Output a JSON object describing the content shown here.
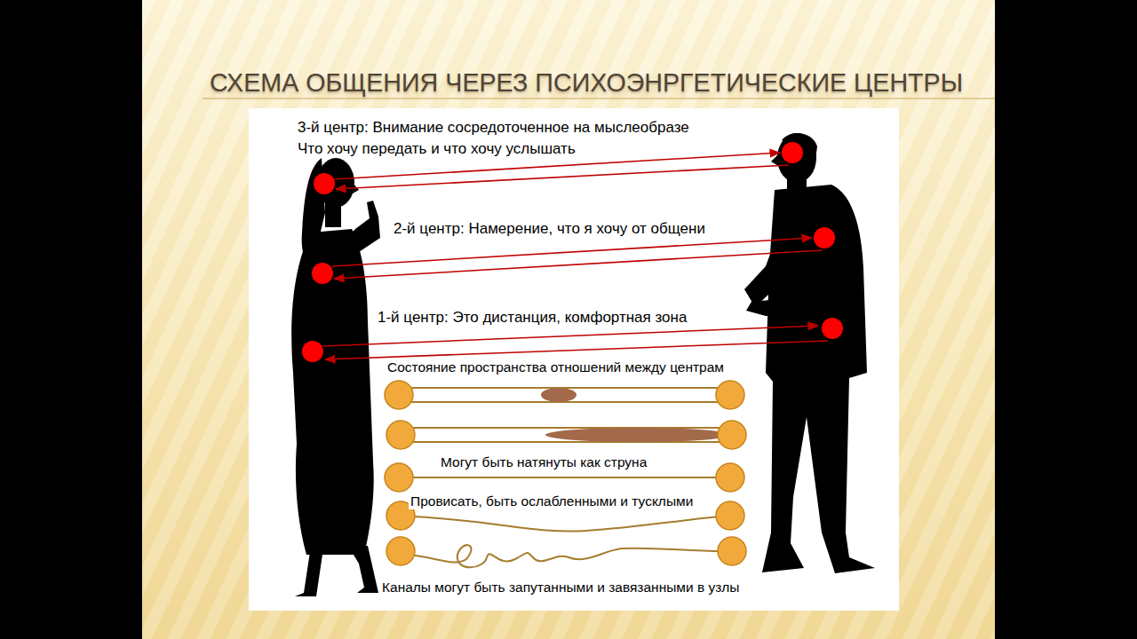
{
  "diagram": {
    "title": "СХЕМА ОБЩЕНИЯ ЧЕРЕЗ ПСИХОЭНРГЕТИЧЕСКИЕ ЦЕНТРЫ",
    "labels": [
      "3-й центр: Внимание сосредоточенное на мыслеобразе",
      "Что хочу передать и что хочу услышать",
      "2-й центр: Намерение, что я хочу от общени",
      "1-й центр: Это дистанция, комфортная зона",
      "Состояние пространства отношений между центрам",
      "Могут быть натянуты как струна",
      "Провисать, быть ослабленными и тусклыми",
      "Каналы могут быть запутанными и завязанными в узлы"
    ]
  }
}
